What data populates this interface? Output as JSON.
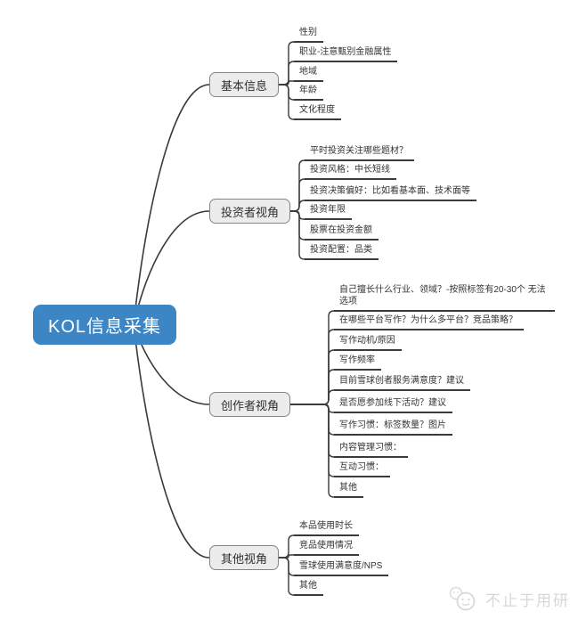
{
  "root": {
    "label": "KOL信息采集"
  },
  "branches": [
    {
      "label": "基本信息",
      "children": [
        "性别",
        "职业-注意甄别金融属性",
        "地域",
        "年龄",
        "文化程度"
      ]
    },
    {
      "label": "投资者视角",
      "children": [
        "平时投资关注哪些题材？",
        "投资风格：中长短线",
        "投资决策偏好：比如看基本面、技术面等",
        "投资年限",
        "股票在投资金额",
        "投资配置：品类"
      ]
    },
    {
      "label": "创作者视角",
      "children": [
        "自己擅长什么行业、领域？-按照标签有20-30个 无法选项",
        "在哪些平台写作？为什么多平台？竞品策略？",
        "写作动机/原因",
        "写作频率",
        "目前雪球创者服务满意度？建议",
        "是否愿参加线下活动？建议",
        "写作习惯：标签数量？图片",
        "内容管理习惯：",
        "互动习惯：",
        "其他"
      ]
    },
    {
      "label": "其他视角",
      "children": [
        "本品使用时长",
        "竞品使用情况",
        "雪球使用满意度/NPS",
        "其他"
      ]
    }
  ],
  "watermark": {
    "label": "不止于用研",
    "icon": "chat-smiley-icon"
  },
  "colors": {
    "root_fill": "#3c86c6",
    "root_text": "#ffffff",
    "branch_fill": "#ececec",
    "branch_border": "#858585",
    "leaf_text": "#333333",
    "connector": "#3a3a3a",
    "background": "#ffffff",
    "watermark": "#d7d7d7"
  }
}
